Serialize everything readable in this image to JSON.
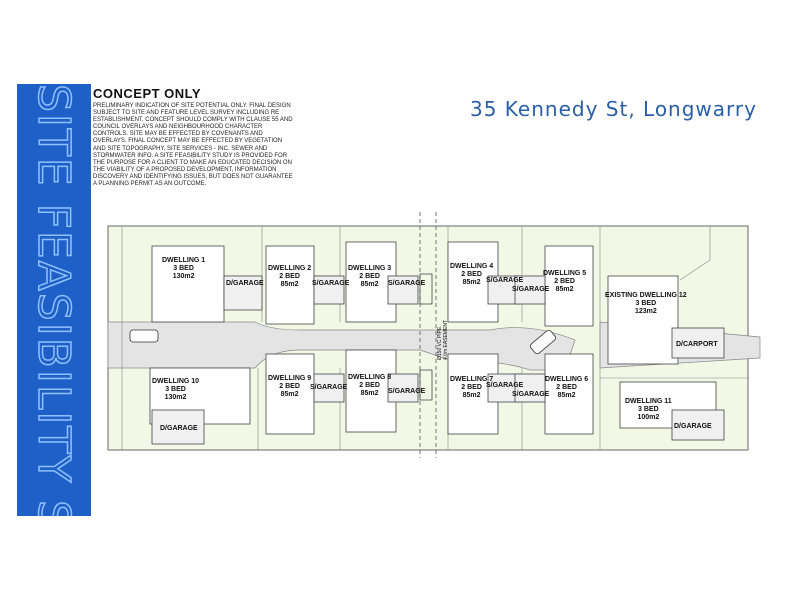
{
  "banner": "SITE FEASIBILITY STUDY",
  "concept_title": "CONCEPT ONLY",
  "disclaimer": "Preliminary indication of site potential only. Final design subject to site and feature level survey including re establishment. Concept should comply with clause 55 and council overlays and neighbourhood character controls. Site may be effected by covenants and overlays. Final concept may be effected by vegetation and site topography, site services - inc. sewer and stormwater info. A site feasibility study is provided for the purpose for a client to make an educated decision on the viability of a proposed development, information discovery and identifying issues, but does not guarantee a planning permit as an outcome.",
  "address": "35 Kennedy St, Longwarry",
  "easement": "Ø150 VC PIPE\n4.0m EASEMENT",
  "dwellings": [
    {
      "name": "DWELLING 1",
      "beds": "3 BED",
      "area": "130m2"
    },
    {
      "name": "DWELLING 2",
      "beds": "2 BED",
      "area": "85m2"
    },
    {
      "name": "DWELLING 3",
      "beds": "2 BED",
      "area": "85m2"
    },
    {
      "name": "DWELLING 4",
      "beds": "2 BED",
      "area": "85m2"
    },
    {
      "name": "DWELLING 5",
      "beds": "2 BED",
      "area": "85m2"
    },
    {
      "name": "EXISTING DWELLING 12",
      "beds": "3 BED",
      "area": "123m2"
    },
    {
      "name": "DWELLING 10",
      "beds": "3 BED",
      "area": "130m2"
    },
    {
      "name": "DWELLING 9",
      "beds": "2 BED",
      "area": "85m2"
    },
    {
      "name": "DWELLING 8",
      "beds": "2 BED",
      "area": "85m2"
    },
    {
      "name": "DWELLING 7",
      "beds": "2 BED",
      "area": "85m2"
    },
    {
      "name": "DWELLING 6",
      "beds": "2 BED",
      "area": "85m2"
    },
    {
      "name": "DWELLING 11",
      "beds": "3 BED",
      "area": "100m2"
    }
  ],
  "garages": {
    "d1": "D/GARAGE",
    "d2": "S/GARAGE",
    "d3": "S/GARAGE",
    "d4": "S/GARAGE",
    "d5": "S/GARAGE",
    "d12": "D/CARPORT",
    "d10": "D/GARAGE",
    "d9": "S/GARAGE",
    "d8": "S/GARAGE",
    "d7": "S/GARAGE",
    "d6": "S/GARAGE",
    "d11": "D/GARAGE"
  }
}
